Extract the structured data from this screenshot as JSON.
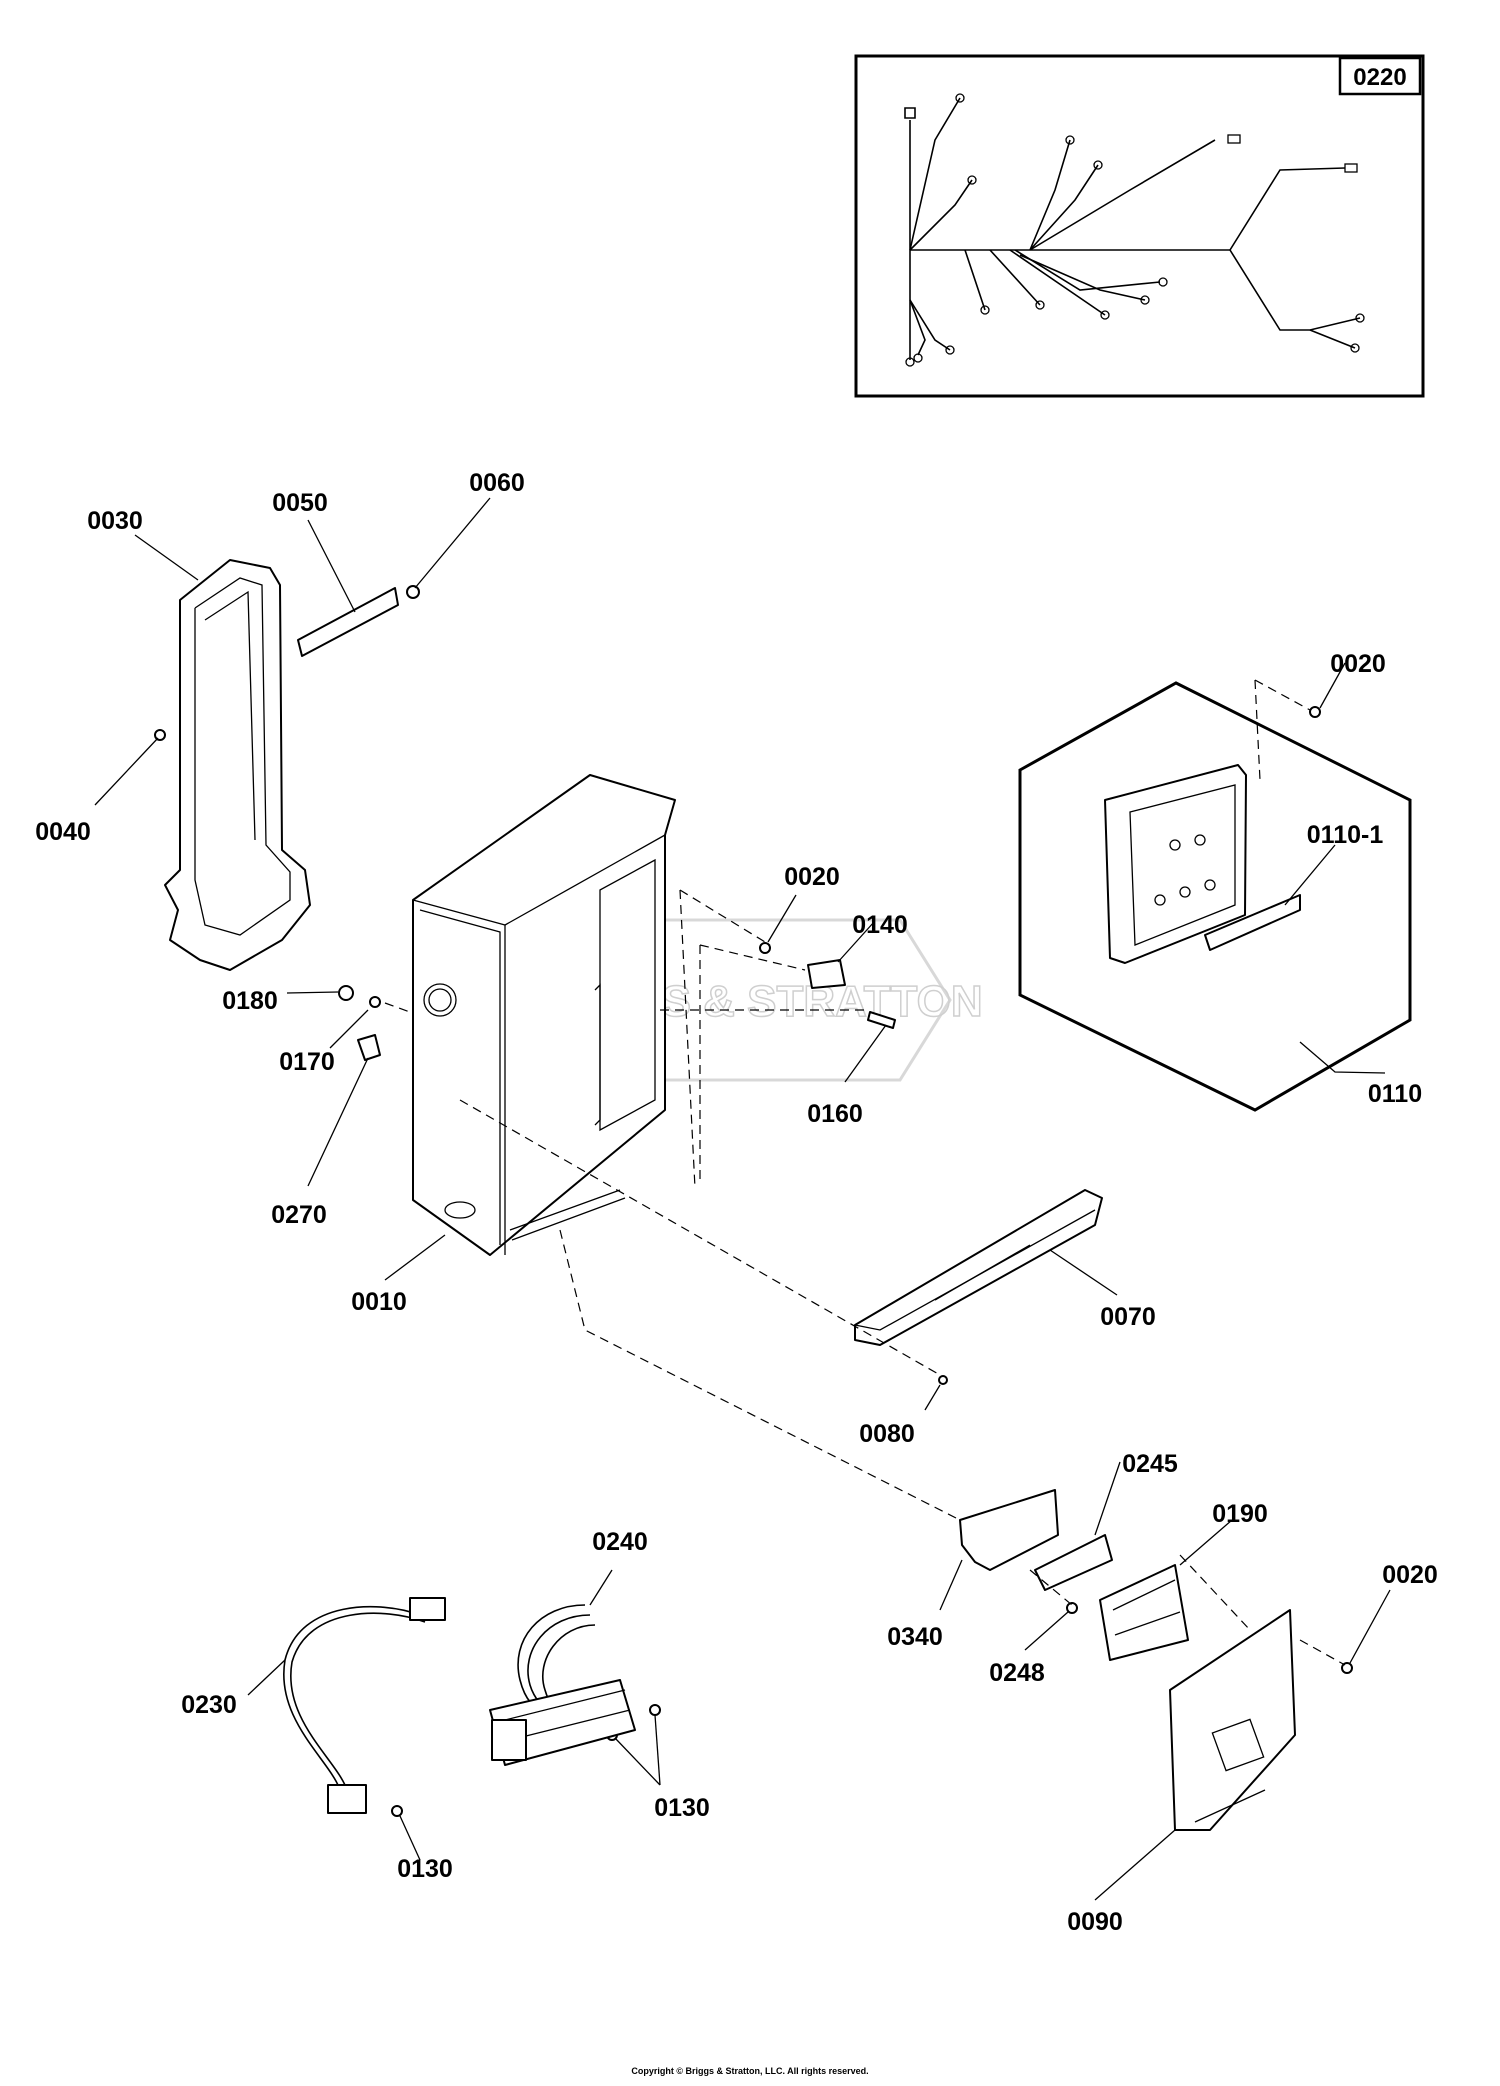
{
  "inset_tag": "0220",
  "watermark": "BRIGGS & STRATTON",
  "copyright": "Copyright © Briggs & Stratton, LLC. All rights reserved.",
  "labels": {
    "p0010": "0010",
    "p0020a": "0020",
    "p0020b": "0020",
    "p0020c": "0020",
    "p0030": "0030",
    "p0040": "0040",
    "p0050": "0050",
    "p0060": "0060",
    "p0070": "0070",
    "p0080": "0080",
    "p0090": "0090",
    "p0110": "0110",
    "p0110_1": "0110-1",
    "p0130a": "0130",
    "p0130b": "0130",
    "p0140": "0140",
    "p0160": "0160",
    "p0170": "0170",
    "p0180": "0180",
    "p0190": "0190",
    "p0230": "0230",
    "p0240": "0240",
    "p0245": "0245",
    "p0248": "0248",
    "p0270": "0270",
    "p0340": "0340"
  }
}
